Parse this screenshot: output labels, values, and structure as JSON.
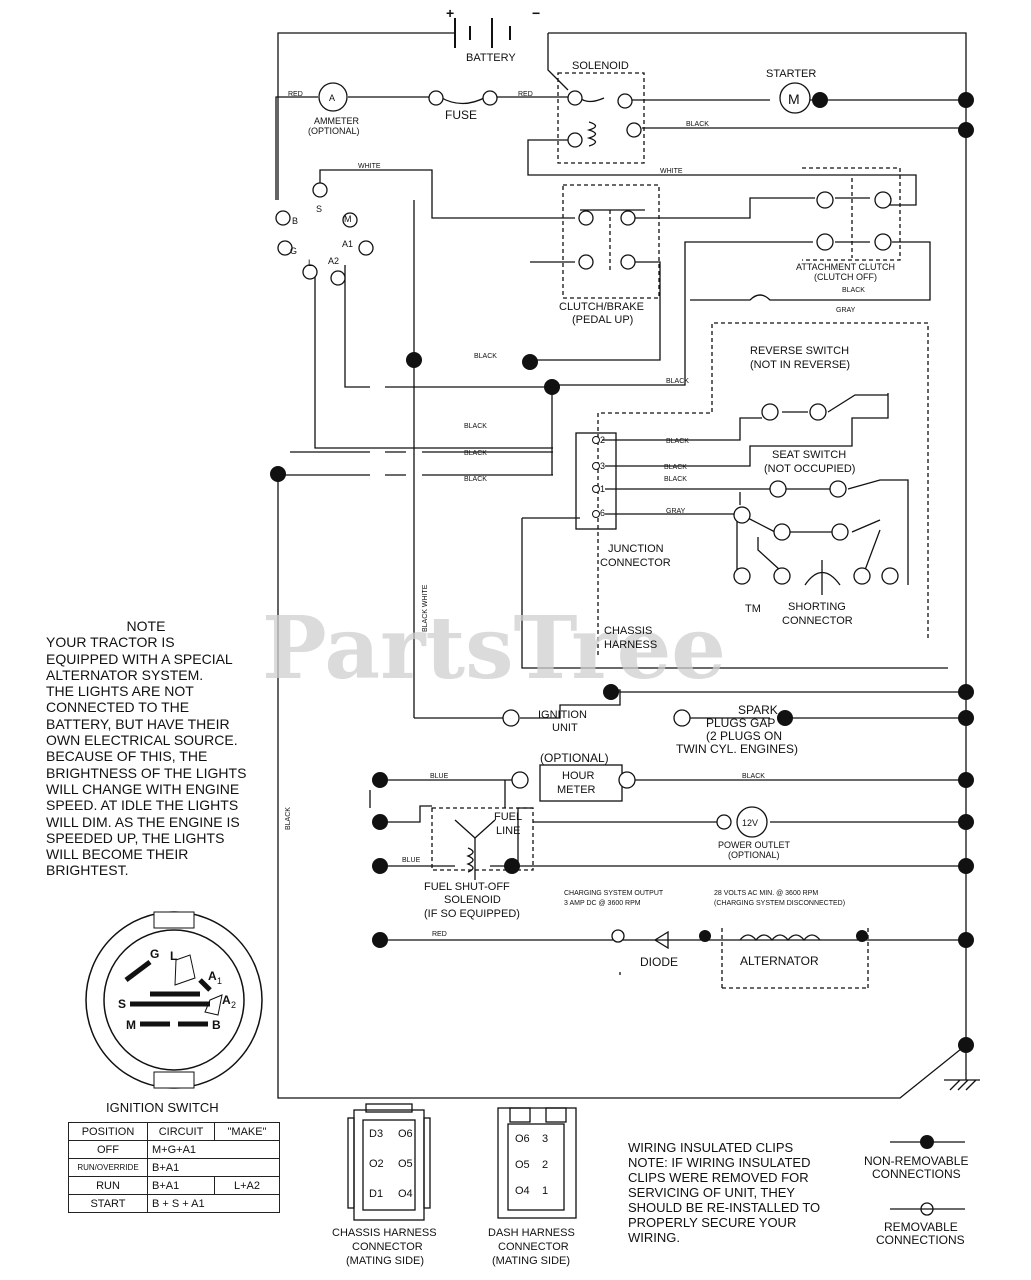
{
  "watermark": {
    "brand": "PartsTree",
    "tm": "TM"
  },
  "top": {
    "battery": "BATTERY",
    "plus": "+",
    "minus": "−",
    "solenoid": "SOLENOID",
    "starter": "STARTER",
    "motor_symbol": "M",
    "ammeter_symbol": "A",
    "ammeter": "AMMETER",
    "ammeter_opt": "(OPTIONAL)",
    "fuse": "FUSE",
    "red1": "RED",
    "red2": "RED",
    "black_starter": "BLACK",
    "white": "WHITE",
    "white2": "WHITE"
  },
  "switch_terms": {
    "b": "B",
    "s": "S",
    "m": "M",
    "a1": "A1",
    "g": "G",
    "l": "L",
    "a2": "A2"
  },
  "mid": {
    "clutch_brake": "CLUTCH/BRAKE",
    "pedal_up": "(PEDAL UP)",
    "attachment_clutch": "ATTACHMENT CLUTCH",
    "clutch_off": "(CLUTCH OFF)",
    "black_att": "BLACK",
    "gray_att": "GRAY",
    "black1": "BLACK",
    "black2": "BLACK",
    "black3": "BLACK",
    "black4": "BLACK",
    "black5": "BLACK",
    "reverse_switch": "REVERSE SWITCH",
    "not_in_reverse": "(NOT IN REVERSE)",
    "seat_switch": "SEAT SWITCH",
    "not_occupied": "(NOT OCCUPIED)",
    "black_j2": "BLACK",
    "black_j3": "BLACK",
    "black_j1": "BLACK",
    "gray_j6": "GRAY",
    "j2": "2",
    "j3": "3",
    "j1": "1",
    "j6": "6",
    "junction1": "JUNCTION",
    "junction2": "CONNECTOR",
    "shorting1": "SHORTING",
    "shorting2": "CONNECTOR",
    "chassis1": "CHASSIS",
    "chassis2": "HARNESS",
    "black_white": "BLACK WHITE",
    "black_left": "BLACK"
  },
  "note": {
    "title": "NOTE",
    "lines": [
      "YOUR TRACTOR IS",
      "EQUIPPED WITH A SPECIAL",
      "ALTERNATOR SYSTEM.",
      "THE LIGHTS ARE NOT",
      "CONNECTED TO THE",
      "BATTERY, BUT HAVE THEIR",
      "OWN ELECTRICAL SOURCE.",
      "BECAUSE OF THIS, THE",
      "BRIGHTNESS OF THE LIGHTS",
      "WILL CHANGE WITH ENGINE",
      "SPEED.  AT IDLE THE LIGHTS",
      "WILL DIM.  AS THE ENGINE IS",
      "SPEEDED UP, THE LIGHTS",
      "WILL BECOME THEIR",
      "BRIGHTEST."
    ]
  },
  "lower": {
    "ignition_unit1": "IGNITION",
    "ignition_unit2": "UNIT",
    "spark1": "SPARK",
    "spark2": "PLUGS GAP",
    "spark3": "(2 PLUGS ON",
    "spark4": "TWIN CYL. ENGINES)",
    "optional": "(OPTIONAL)",
    "hour1": "HOUR",
    "hour2": "METER",
    "blue1": "BLUE",
    "black_hour": "BLACK",
    "fuel1": "FUEL",
    "fuel2": "LINE",
    "twelve_v": "12V",
    "power1": "POWER OUTLET",
    "power2": "(OPTIONAL)",
    "blue2": "BLUE",
    "red_bottom": "RED",
    "fuel_sol1": "FUEL SHUT-OFF",
    "fuel_sol2": "SOLENOID",
    "fuel_sol3": "(IF SO EQUIPPED)",
    "charge1": "CHARGING SYSTEM OUTPUT",
    "charge2": "3 AMP DC @ 3600 RPM",
    "volts1": "28 VOLTS AC MIN. @ 3600 RPM",
    "volts2": "(CHARGING SYSTEM DISCONNECTED)",
    "diode": "DIODE",
    "alternator": "ALTERNATOR"
  },
  "ignition_switch": {
    "title": "IGNITION SWITCH",
    "face": {
      "g": "G",
      "l": "L",
      "a1": "A",
      "a1sub": "1",
      "s": "S",
      "a2": "A",
      "a2sub": "2",
      "m": "M",
      "b": "B"
    },
    "headers": [
      "POSITION",
      "CIRCUIT",
      "\"MAKE\""
    ],
    "rows": [
      {
        "position": "OFF",
        "circuit": "M+G+A1",
        "make": ""
      },
      {
        "position": "RUN/OVERRIDE",
        "circuit": "B+A1",
        "make": ""
      },
      {
        "position": "RUN",
        "circuit": "B+A1",
        "make": "L+A2"
      },
      {
        "position": "START",
        "circuit": "B + S + A1",
        "make": ""
      }
    ]
  },
  "connectors": {
    "chassis": {
      "label1": "CHASSIS HARNESS",
      "label2": "CONNECTOR",
      "label3": "(MATING SIDE)",
      "pins": [
        "D3",
        "O6",
        "O2",
        "O5",
        "D1",
        "O4"
      ]
    },
    "dash": {
      "label1": "DASH HARNESS",
      "label2": "CONNECTOR",
      "label3": "(MATING SIDE)",
      "pins": [
        "O6",
        "3",
        "O5",
        "2",
        "O4",
        "1"
      ]
    }
  },
  "wiring_note": {
    "lines": [
      "WIRING INSULATED CLIPS",
      "NOTE: IF WIRING INSULATED",
      "CLIPS WERE REMOVED FOR",
      "SERVICING OF UNIT, THEY",
      "SHOULD BE RE-INSTALLED TO",
      "PROPERLY SECURE YOUR",
      "WIRING."
    ]
  },
  "legend": {
    "nonremovable1": "NON-REMOVABLE",
    "nonremovable2": "CONNECTIONS",
    "removable1": "REMOVABLE",
    "removable2": "CONNECTIONS"
  }
}
